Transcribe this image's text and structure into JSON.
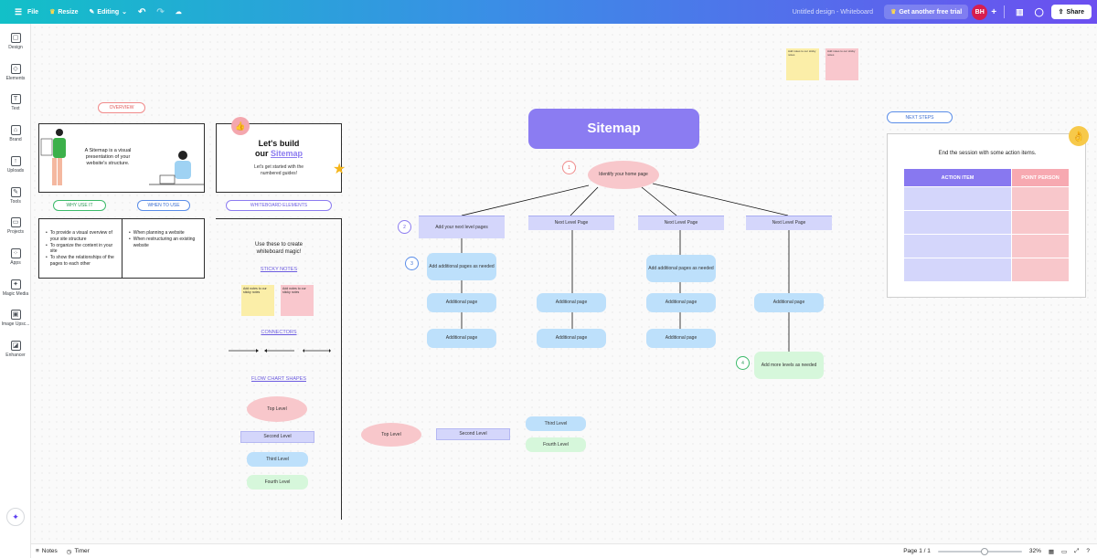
{
  "topbar": {
    "file": "File",
    "resize": "Resize",
    "editing": "Editing",
    "title": "Untitled design - Whiteboard",
    "trial": "Get another free trial",
    "avatar": "BH",
    "share": "Share"
  },
  "sidebar": [
    {
      "label": "Design",
      "icon": "design-icon",
      "glyph": "▢"
    },
    {
      "label": "Elements",
      "icon": "elements-icon",
      "glyph": "◇"
    },
    {
      "label": "Text",
      "icon": "text-icon",
      "glyph": "T"
    },
    {
      "label": "Brand",
      "icon": "brand-icon",
      "glyph": "⌂"
    },
    {
      "label": "Uploads",
      "icon": "uploads-icon",
      "glyph": "↑"
    },
    {
      "label": "Tools",
      "icon": "tools-icon",
      "glyph": "✎"
    },
    {
      "label": "Projects",
      "icon": "projects-icon",
      "glyph": "▭"
    },
    {
      "label": "Apps",
      "icon": "apps-icon",
      "glyph": "⁘"
    },
    {
      "label": "Magic Media",
      "icon": "magic-media-icon",
      "glyph": "✦"
    },
    {
      "label": "Image Upsc...",
      "icon": "image-upscaler-icon",
      "glyph": "▣"
    },
    {
      "label": "Enhancer",
      "icon": "enhancer-icon",
      "glyph": "◪"
    }
  ],
  "left": {
    "overview": "OVERVIEW",
    "intro": "A Sitemap is a visual presentation of your website's structure.",
    "build_line1": "Let's build",
    "build_line2": "our",
    "build_link": "Sitemap",
    "build_sub": "Let's get started with the numbered guides!",
    "why": "WHY USE IT",
    "when": "WHEN TO USE",
    "wb_elements": "WHITEBOARD ELEMENTS",
    "why_bullets": [
      "To provide a visual overview of your site structure",
      "To organize the content in your site",
      "To show the relationships of the pages to each other"
    ],
    "when_bullets": [
      "When planning a website",
      "When restructuring an existing website"
    ],
    "use_these": "Use these to create whiteboard magic!",
    "sticky_notes": "STICKY NOTES",
    "connectors": "CONNECTORS",
    "flow_shapes": "FLOW CHART SHAPES",
    "sticky_y": "Add notes to our sticky notes",
    "sticky_p": "Add notes to our sticky notes",
    "shapes": [
      "Top Level",
      "Second Level",
      "Third Level",
      "Fourth Level"
    ]
  },
  "sitemap": {
    "title": "Sitemap",
    "home": "Identify your home page",
    "n1": "1",
    "n2": "2",
    "n3": "3",
    "n4": "4",
    "level2": [
      "Add your next level pages",
      "Next Level Page",
      "Next Level Page",
      "Next Level Page"
    ],
    "add_additional": "Add additional pages as needed",
    "add_additional2": "Add additional pages as needed",
    "additional": "Additional page",
    "add_more": "Add more levels as needed"
  },
  "bottom_shapes": [
    "Top Level",
    "Second Level",
    "Third Level",
    "Fourth Level"
  ],
  "top_stickies": [
    "Add notes to our sticky notes",
    "Add notes to our sticky notes"
  ],
  "next_steps": {
    "tag": "NEXT STEPS",
    "intro": "End the session with some action items.",
    "col1": "ACTION ITEM",
    "col2": "POINT PERSON"
  },
  "bottombar": {
    "notes": "Notes",
    "timer": "Timer",
    "page": "Page 1 / 1",
    "zoom": "32%",
    "zoom_level": 0.32
  },
  "colors": {
    "accent": "#8c7cf0",
    "lavender": "#d4d6fb",
    "blue": "#bde0fb",
    "green": "#d6f7db",
    "pink": "#f8c7cb"
  }
}
